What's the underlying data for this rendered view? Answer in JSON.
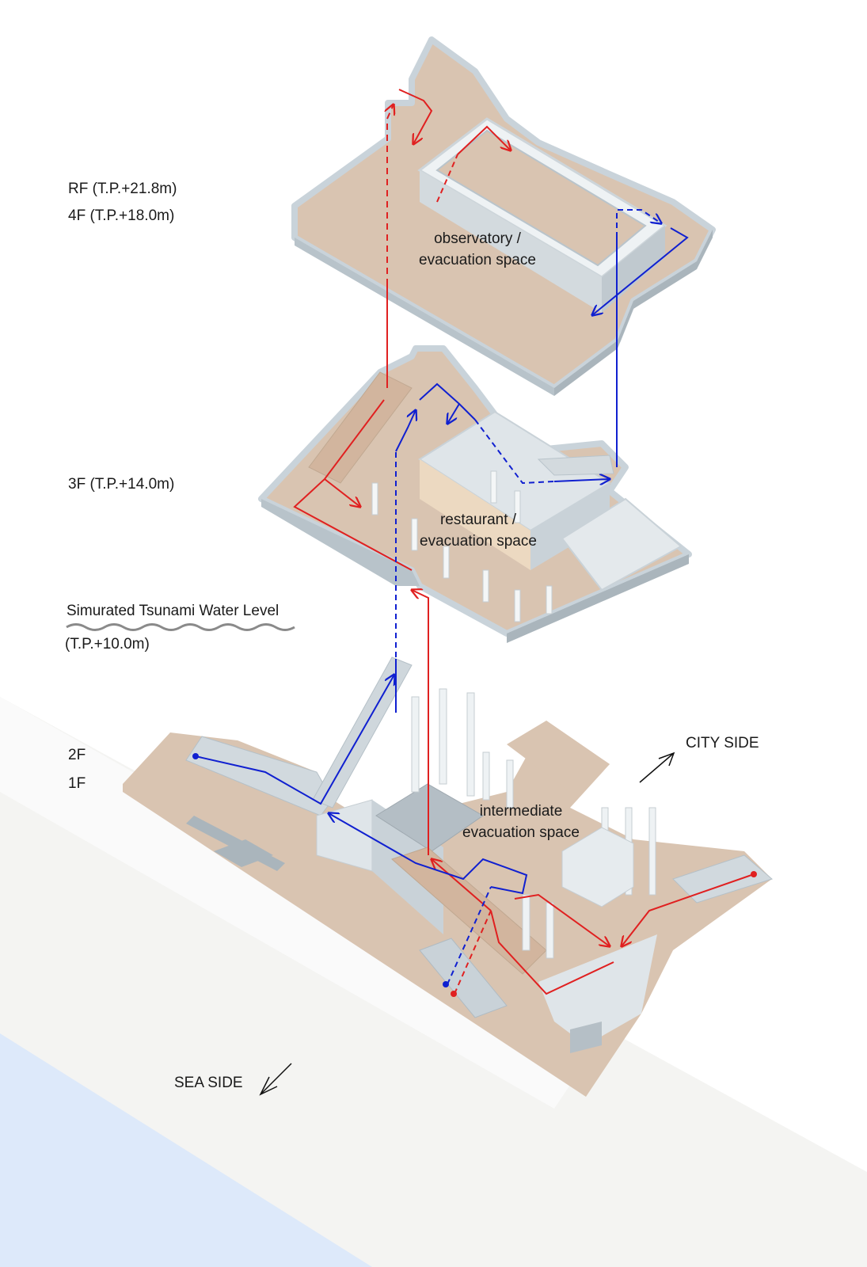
{
  "levels": {
    "rf": "RF (T.P.+21.8m)",
    "f4": "4F (T.P.+18.0m)",
    "f3": "3F (T.P.+14.0m)",
    "f2": "2F",
    "f1": "1F"
  },
  "tsunami": {
    "label": "Simurated Tsunami Water Level",
    "value": "(T.P.+10.0m)"
  },
  "spaces": {
    "top": {
      "line1": "observatory /",
      "line2": "evacuation space"
    },
    "middle": {
      "line1": "restaurant /",
      "line2": "evacuation space"
    },
    "bottom": {
      "line1": "intermediate",
      "line2": "evacuation space"
    }
  },
  "orientation": {
    "city": "CITY SIDE",
    "sea": "SEA SIDE"
  },
  "colors": {
    "floor": "#d9c4b1",
    "railing": "#c9d3da",
    "structure": "#dfe5e9",
    "route_red": "#e02020",
    "route_blue": "#1020d0",
    "ground": "#f4f4f2",
    "sea": "#dde9fa",
    "wave": "#8a8a8a"
  }
}
